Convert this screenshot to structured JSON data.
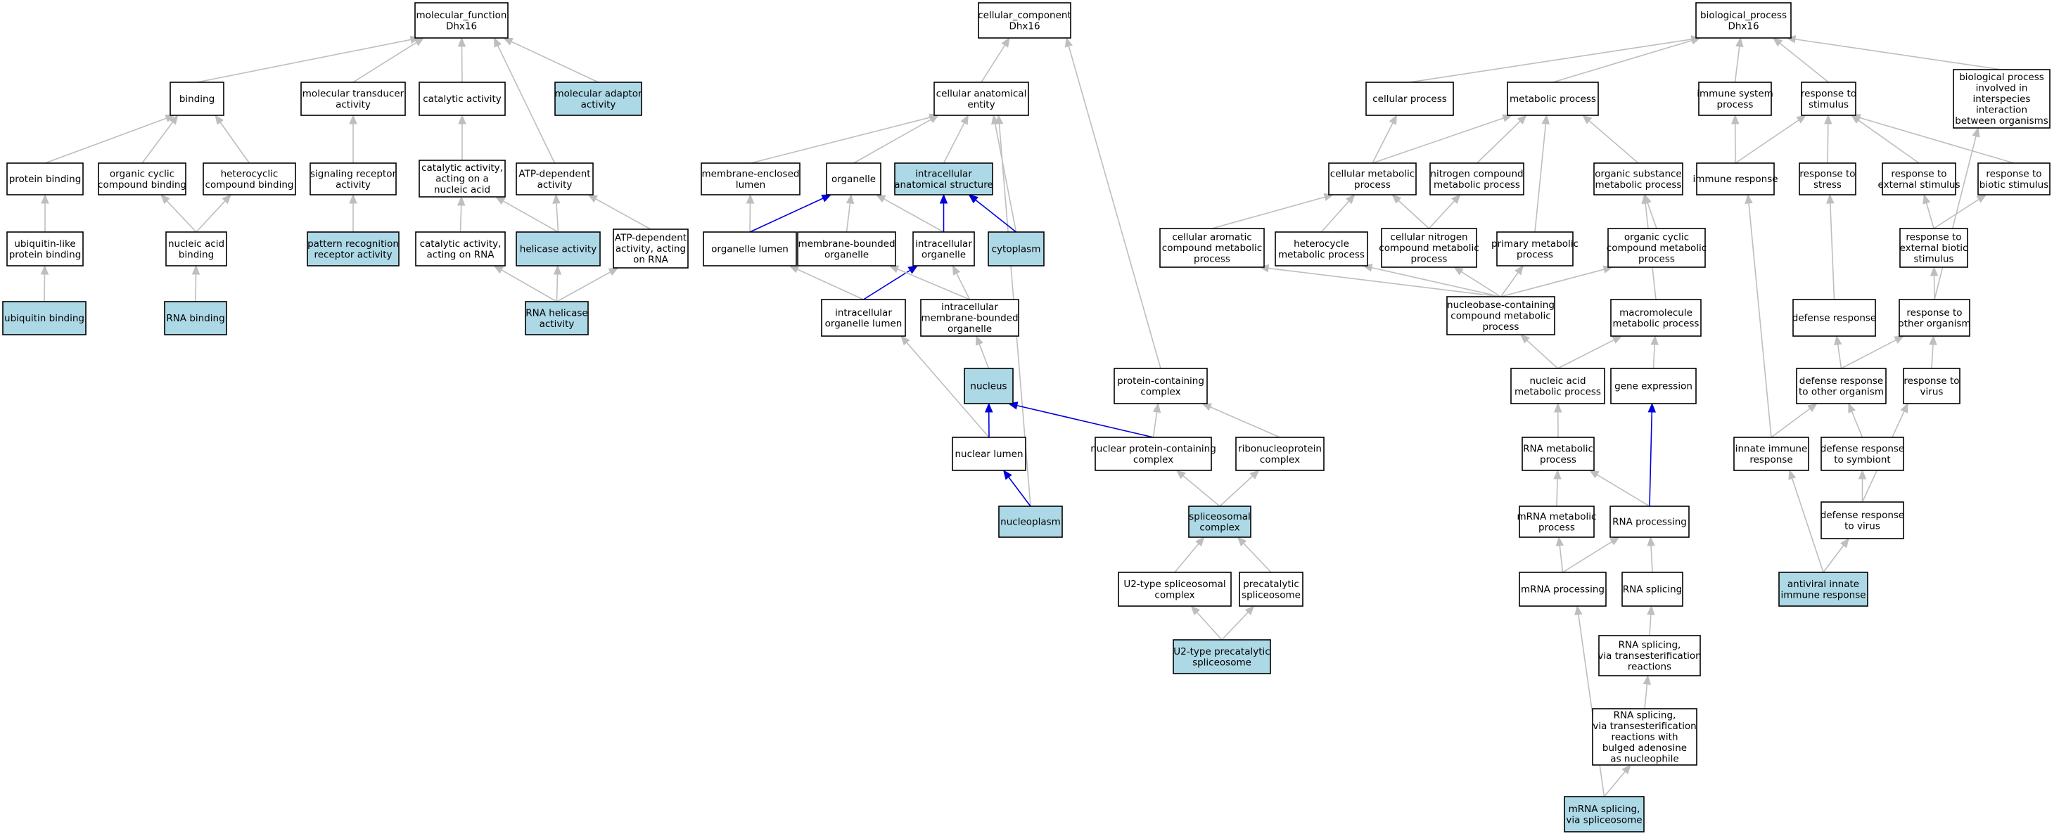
{
  "colors": {
    "highlight_fill": "#add8e6",
    "plain_fill": "#ffffff",
    "edge_gray": "#bebebe",
    "edge_blue": "#0000dd"
  },
  "nodes": {
    "mf_root": {
      "lines": [
        "molecular_function",
        "Dhx16"
      ],
      "highlighted": false
    },
    "binding": {
      "lines": [
        "binding"
      ],
      "highlighted": false
    },
    "mol_transducer": {
      "lines": [
        "molecular transducer",
        "activity"
      ],
      "highlighted": false
    },
    "catalytic": {
      "lines": [
        "catalytic activity"
      ],
      "highlighted": false
    },
    "mol_adaptor": {
      "lines": [
        "molecular adaptor",
        "activity"
      ],
      "highlighted": true
    },
    "protein_binding": {
      "lines": [
        "protein binding"
      ],
      "highlighted": false
    },
    "org_cyclic_binding": {
      "lines": [
        "organic cyclic",
        "compound binding"
      ],
      "highlighted": false
    },
    "hetero_binding": {
      "lines": [
        "heterocyclic",
        "compound binding"
      ],
      "highlighted": false
    },
    "signaling_receptor": {
      "lines": [
        "signaling receptor",
        "activity"
      ],
      "highlighted": false
    },
    "cat_nucleic": {
      "lines": [
        "catalytic activity,",
        "acting on a",
        "nucleic acid"
      ],
      "highlighted": false
    },
    "atp_dep": {
      "lines": [
        "ATP-dependent",
        "activity"
      ],
      "highlighted": false
    },
    "ubl_binding": {
      "lines": [
        "ubiquitin-like",
        "protein binding"
      ],
      "highlighted": false
    },
    "nucleic_binding": {
      "lines": [
        "nucleic acid",
        "binding"
      ],
      "highlighted": false
    },
    "prr_activity": {
      "lines": [
        "pattern recognition",
        "receptor activity"
      ],
      "highlighted": true
    },
    "cat_rna": {
      "lines": [
        "catalytic activity,",
        "acting on RNA"
      ],
      "highlighted": false
    },
    "helicase": {
      "lines": [
        "helicase activity"
      ],
      "highlighted": true
    },
    "atp_dep_rna": {
      "lines": [
        "ATP-dependent",
        "activity, acting",
        "on RNA"
      ],
      "highlighted": false
    },
    "ub_binding": {
      "lines": [
        "ubiquitin binding"
      ],
      "highlighted": true
    },
    "rna_binding": {
      "lines": [
        "RNA binding"
      ],
      "highlighted": true
    },
    "rna_helicase": {
      "lines": [
        "RNA helicase",
        "activity"
      ],
      "highlighted": true
    },
    "cc_root": {
      "lines": [
        "cellular_component",
        "Dhx16"
      ],
      "highlighted": false
    },
    "cell_anat": {
      "lines": [
        "cellular anatomical",
        "entity"
      ],
      "highlighted": false
    },
    "membrane_lumen": {
      "lines": [
        "membrane-enclosed",
        "lumen"
      ],
      "highlighted": false
    },
    "organelle": {
      "lines": [
        "organelle"
      ],
      "highlighted": false
    },
    "intra_anat": {
      "lines": [
        "intracellular",
        "anatomical structure"
      ],
      "highlighted": true
    },
    "organelle_lumen": {
      "lines": [
        "organelle lumen"
      ],
      "highlighted": false
    },
    "membrane_organelle": {
      "lines": [
        "membrane-bounded",
        "organelle"
      ],
      "highlighted": false
    },
    "intra_organelle": {
      "lines": [
        "intracellular",
        "organelle"
      ],
      "highlighted": false
    },
    "cytoplasm": {
      "lines": [
        "cytoplasm"
      ],
      "highlighted": true
    },
    "intra_org_lumen": {
      "lines": [
        "intracellular",
        "organelle lumen"
      ],
      "highlighted": false
    },
    "intra_mem_org": {
      "lines": [
        "intracellular",
        "membrane-bounded",
        "organelle"
      ],
      "highlighted": false
    },
    "nucleus": {
      "lines": [
        "nucleus"
      ],
      "highlighted": true
    },
    "nuclear_lumen": {
      "lines": [
        "nuclear lumen"
      ],
      "highlighted": false
    },
    "nucleoplasm": {
      "lines": [
        "nucleoplasm"
      ],
      "highlighted": true
    },
    "protein_complex": {
      "lines": [
        "protein-containing",
        "complex"
      ],
      "highlighted": false
    },
    "nuclear_protein_complex": {
      "lines": [
        "nuclear protein-containing",
        "complex"
      ],
      "highlighted": false
    },
    "rnp_complex": {
      "lines": [
        "ribonucleoprotein",
        "complex"
      ],
      "highlighted": false
    },
    "spliceosomal": {
      "lines": [
        "spliceosomal",
        "complex"
      ],
      "highlighted": true
    },
    "u2_spliceosomal": {
      "lines": [
        "U2-type spliceosomal",
        "complex"
      ],
      "highlighted": false
    },
    "precatalytic": {
      "lines": [
        "precatalytic",
        "spliceosome"
      ],
      "highlighted": false
    },
    "u2_precatalytic": {
      "lines": [
        "U2-type precatalytic",
        "spliceosome"
      ],
      "highlighted": true
    },
    "bp_root": {
      "lines": [
        "biological_process",
        "Dhx16"
      ],
      "highlighted": false
    },
    "cellular_process": {
      "lines": [
        "cellular process"
      ],
      "highlighted": false
    },
    "metabolic_process": {
      "lines": [
        "metabolic process"
      ],
      "highlighted": false
    },
    "immune_system": {
      "lines": [
        "immune system",
        "process"
      ],
      "highlighted": false
    },
    "response_stimulus": {
      "lines": [
        "response to",
        "stimulus"
      ],
      "highlighted": false
    },
    "interspecies": {
      "lines": [
        "biological process",
        "involved in",
        "interspecies",
        "interaction",
        "between organisms"
      ],
      "highlighted": false
    },
    "cell_metabolic": {
      "lines": [
        "cellular metabolic",
        "process"
      ],
      "highlighted": false
    },
    "nitrogen_metabolic": {
      "lines": [
        "nitrogen compound",
        "metabolic process"
      ],
      "highlighted": false
    },
    "organic_substance": {
      "lines": [
        "organic substance",
        "metabolic process"
      ],
      "highlighted": false
    },
    "immune_response": {
      "lines": [
        "immune response"
      ],
      "highlighted": false
    },
    "response_stress": {
      "lines": [
        "response to",
        "stress"
      ],
      "highlighted": false
    },
    "response_external": {
      "lines": [
        "response to",
        "external stimulus"
      ],
      "highlighted": false
    },
    "response_biotic": {
      "lines": [
        "response to",
        "biotic stimulus"
      ],
      "highlighted": false
    },
    "cell_aromatic": {
      "lines": [
        "cellular aromatic",
        "compound metabolic",
        "process"
      ],
      "highlighted": false
    },
    "heterocycle_metabolic": {
      "lines": [
        "heterocycle",
        "metabolic process"
      ],
      "highlighted": false
    },
    "cell_nitrogen": {
      "lines": [
        "cellular nitrogen",
        "compound metabolic",
        "process"
      ],
      "highlighted": false
    },
    "primary_metabolic": {
      "lines": [
        "primary metabolic",
        "process"
      ],
      "highlighted": false
    },
    "org_cyclic_metabolic": {
      "lines": [
        "organic cyclic",
        "compound metabolic",
        "process"
      ],
      "highlighted": false
    },
    "ext_biotic": {
      "lines": [
        "response to",
        "external biotic",
        "stimulus"
      ],
      "highlighted": false
    },
    "nucleobase": {
      "lines": [
        "nucleobase-containing",
        "compound metabolic",
        "process"
      ],
      "highlighted": false
    },
    "macromolecule": {
      "lines": [
        "macromolecule",
        "metabolic process"
      ],
      "highlighted": false
    },
    "defense_response": {
      "lines": [
        "defense response"
      ],
      "highlighted": false
    },
    "other_organism": {
      "lines": [
        "response to",
        "other organism"
      ],
      "highlighted": false
    },
    "nucleic_metabolic": {
      "lines": [
        "nucleic acid",
        "metabolic process"
      ],
      "highlighted": false
    },
    "gene_expression": {
      "lines": [
        "gene expression"
      ],
      "highlighted": false
    },
    "defense_other": {
      "lines": [
        "defense response",
        "to other organism"
      ],
      "highlighted": false
    },
    "response_virus": {
      "lines": [
        "response to",
        "virus"
      ],
      "highlighted": false
    },
    "rna_metabolic": {
      "lines": [
        "RNA metabolic",
        "process"
      ],
      "highlighted": false
    },
    "innate_immune": {
      "lines": [
        "innate immune",
        "response"
      ],
      "highlighted": false
    },
    "defense_symbiont": {
      "lines": [
        "defense response",
        "to symbiont"
      ],
      "highlighted": false
    },
    "mrna_metabolic": {
      "lines": [
        "mRNA metabolic",
        "process"
      ],
      "highlighted": false
    },
    "rna_processing": {
      "lines": [
        "RNA processing"
      ],
      "highlighted": false
    },
    "defense_virus": {
      "lines": [
        "defense response",
        "to virus"
      ],
      "highlighted": false
    },
    "mrna_processing": {
      "lines": [
        "mRNA processing"
      ],
      "highlighted": false
    },
    "rna_splicing": {
      "lines": [
        "RNA splicing"
      ],
      "highlighted": false
    },
    "antiviral_innate": {
      "lines": [
        "antiviral innate",
        "immune response"
      ],
      "highlighted": true
    },
    "rna_splicing_trans": {
      "lines": [
        "RNA splicing,",
        "via transesterification",
        "reactions"
      ],
      "highlighted": false
    },
    "rna_splicing_bulged": {
      "lines": [
        "RNA splicing,",
        "via transesterification",
        "reactions with",
        "bulged adenosine",
        "as nucleophile"
      ],
      "highlighted": false
    },
    "mrna_splicing": {
      "lines": [
        "mRNA splicing,",
        "via spliceosome"
      ],
      "highlighted": true
    }
  },
  "edges": [
    [
      "binding",
      "mf_root",
      "g"
    ],
    [
      "mol_transducer",
      "mf_root",
      "g"
    ],
    [
      "catalytic",
      "mf_root",
      "g"
    ],
    [
      "mol_adaptor",
      "mf_root",
      "g"
    ],
    [
      "atp_dep",
      "mf_root",
      "g"
    ],
    [
      "protein_binding",
      "binding",
      "g"
    ],
    [
      "org_cyclic_binding",
      "binding",
      "g"
    ],
    [
      "hetero_binding",
      "binding",
      "g"
    ],
    [
      "signaling_receptor",
      "mol_transducer",
      "g"
    ],
    [
      "cat_nucleic",
      "catalytic",
      "g"
    ],
    [
      "ubl_binding",
      "protein_binding",
      "g"
    ],
    [
      "nucleic_binding",
      "org_cyclic_binding",
      "g"
    ],
    [
      "nucleic_binding",
      "hetero_binding",
      "g"
    ],
    [
      "prr_activity",
      "signaling_receptor",
      "g"
    ],
    [
      "cat_rna",
      "cat_nucleic",
      "g"
    ],
    [
      "helicase",
      "cat_nucleic",
      "g"
    ],
    [
      "helicase",
      "atp_dep",
      "g"
    ],
    [
      "atp_dep_rna",
      "atp_dep",
      "g"
    ],
    [
      "ub_binding",
      "ubl_binding",
      "g"
    ],
    [
      "rna_binding",
      "nucleic_binding",
      "g"
    ],
    [
      "rna_helicase",
      "cat_rna",
      "g"
    ],
    [
      "rna_helicase",
      "helicase",
      "g"
    ],
    [
      "rna_helicase",
      "atp_dep_rna",
      "g"
    ],
    [
      "cell_anat",
      "cc_root",
      "g"
    ],
    [
      "protein_complex",
      "cc_root",
      "g"
    ],
    [
      "membrane_lumen",
      "cell_anat",
      "g"
    ],
    [
      "organelle",
      "cell_anat",
      "g"
    ],
    [
      "intra_anat",
      "cell_anat",
      "g"
    ],
    [
      "cytoplasm",
      "cell_anat",
      "g"
    ],
    [
      "nucleoplasm",
      "cell_anat",
      "g"
    ],
    [
      "organelle_lumen",
      "membrane_lumen",
      "g"
    ],
    [
      "organelle_lumen",
      "organelle",
      "b"
    ],
    [
      "membrane_organelle",
      "organelle",
      "g"
    ],
    [
      "intra_organelle",
      "organelle",
      "g"
    ],
    [
      "intra_organelle",
      "intra_anat",
      "b"
    ],
    [
      "cytoplasm",
      "intra_anat",
      "b"
    ],
    [
      "intra_org_lumen",
      "organelle_lumen",
      "g"
    ],
    [
      "intra_org_lumen",
      "intra_organelle",
      "b"
    ],
    [
      "intra_mem_org",
      "membrane_organelle",
      "g"
    ],
    [
      "intra_mem_org",
      "intra_organelle",
      "g"
    ],
    [
      "nucleus",
      "intra_mem_org",
      "g"
    ],
    [
      "nuclear_lumen",
      "intra_org_lumen",
      "g"
    ],
    [
      "nuclear_lumen",
      "nucleus",
      "b"
    ],
    [
      "nuclear_protein_complex",
      "nucleus",
      "b"
    ],
    [
      "nucleoplasm",
      "nuclear_lumen",
      "b"
    ],
    [
      "nuclear_protein_complex",
      "protein_complex",
      "g"
    ],
    [
      "rnp_complex",
      "protein_complex",
      "g"
    ],
    [
      "spliceosomal",
      "nuclear_protein_complex",
      "g"
    ],
    [
      "spliceosomal",
      "rnp_complex",
      "g"
    ],
    [
      "u2_spliceosomal",
      "spliceosomal",
      "g"
    ],
    [
      "precatalytic",
      "spliceosomal",
      "g"
    ],
    [
      "u2_precatalytic",
      "u2_spliceosomal",
      "g"
    ],
    [
      "u2_precatalytic",
      "precatalytic",
      "g"
    ],
    [
      "cellular_process",
      "bp_root",
      "g"
    ],
    [
      "metabolic_process",
      "bp_root",
      "g"
    ],
    [
      "immune_system",
      "bp_root",
      "g"
    ],
    [
      "response_stimulus",
      "bp_root",
      "g"
    ],
    [
      "interspecies",
      "bp_root",
      "g"
    ],
    [
      "cell_metabolic",
      "cellular_process",
      "g"
    ],
    [
      "cell_metabolic",
      "metabolic_process",
      "g"
    ],
    [
      "nitrogen_metabolic",
      "metabolic_process",
      "g"
    ],
    [
      "organic_substance",
      "metabolic_process",
      "g"
    ],
    [
      "primary_metabolic",
      "metabolic_process",
      "g"
    ],
    [
      "immune_response",
      "immune_system",
      "g"
    ],
    [
      "immune_response",
      "response_stimulus",
      "g"
    ],
    [
      "response_stress",
      "response_stimulus",
      "g"
    ],
    [
      "response_external",
      "response_stimulus",
      "g"
    ],
    [
      "response_biotic",
      "response_stimulus",
      "g"
    ],
    [
      "cell_aromatic",
      "cell_metabolic",
      "g"
    ],
    [
      "heterocycle_metabolic",
      "cell_metabolic",
      "g"
    ],
    [
      "cell_nitrogen",
      "cell_metabolic",
      "g"
    ],
    [
      "cell_nitrogen",
      "nitrogen_metabolic",
      "g"
    ],
    [
      "org_cyclic_metabolic",
      "organic_substance",
      "g"
    ],
    [
      "macromolecule",
      "organic_substance",
      "g"
    ],
    [
      "ext_biotic",
      "response_external",
      "g"
    ],
    [
      "ext_biotic",
      "response_biotic",
      "g"
    ],
    [
      "nucleobase",
      "cell_aromatic",
      "g"
    ],
    [
      "nucleobase",
      "heterocycle_metabolic",
      "g"
    ],
    [
      "nucleobase",
      "cell_nitrogen",
      "g"
    ],
    [
      "nucleobase",
      "primary_metabolic",
      "g"
    ],
    [
      "nucleobase",
      "org_cyclic_metabolic",
      "g"
    ],
    [
      "defense_response",
      "response_stress",
      "g"
    ],
    [
      "other_organism",
      "ext_biotic",
      "g"
    ],
    [
      "other_organism",
      "interspecies",
      "g"
    ],
    [
      "nucleic_metabolic",
      "nucleobase",
      "g"
    ],
    [
      "nucleic_metabolic",
      "macromolecule",
      "g"
    ],
    [
      "gene_expression",
      "macromolecule",
      "g"
    ],
    [
      "defense_other",
      "defense_response",
      "g"
    ],
    [
      "defense_other",
      "other_organism",
      "g"
    ],
    [
      "response_virus",
      "other_organism",
      "g"
    ],
    [
      "rna_metabolic",
      "nucleic_metabolic",
      "g"
    ],
    [
      "rna_processing",
      "gene_expression",
      "b"
    ],
    [
      "rna_processing",
      "rna_metabolic",
      "g"
    ],
    [
      "innate_immune",
      "immune_response",
      "g"
    ],
    [
      "innate_immune",
      "defense_other",
      "g"
    ],
    [
      "defense_symbiont",
      "defense_other",
      "g"
    ],
    [
      "mrna_metabolic",
      "rna_metabolic",
      "g"
    ],
    [
      "defense_virus",
      "defense_symbiont",
      "g"
    ],
    [
      "defense_virus",
      "response_virus",
      "g"
    ],
    [
      "mrna_processing",
      "mrna_metabolic",
      "g"
    ],
    [
      "mrna_processing",
      "rna_processing",
      "g"
    ],
    [
      "rna_splicing",
      "rna_processing",
      "g"
    ],
    [
      "antiviral_innate",
      "innate_immune",
      "g"
    ],
    [
      "antiviral_innate",
      "defense_virus",
      "g"
    ],
    [
      "rna_splicing_trans",
      "rna_splicing",
      "g"
    ],
    [
      "rna_splicing_bulged",
      "rna_splicing_trans",
      "g"
    ],
    [
      "mrna_splicing",
      "mrna_processing",
      "g"
    ],
    [
      "mrna_splicing",
      "rna_splicing_bulged",
      "g"
    ]
  ]
}
